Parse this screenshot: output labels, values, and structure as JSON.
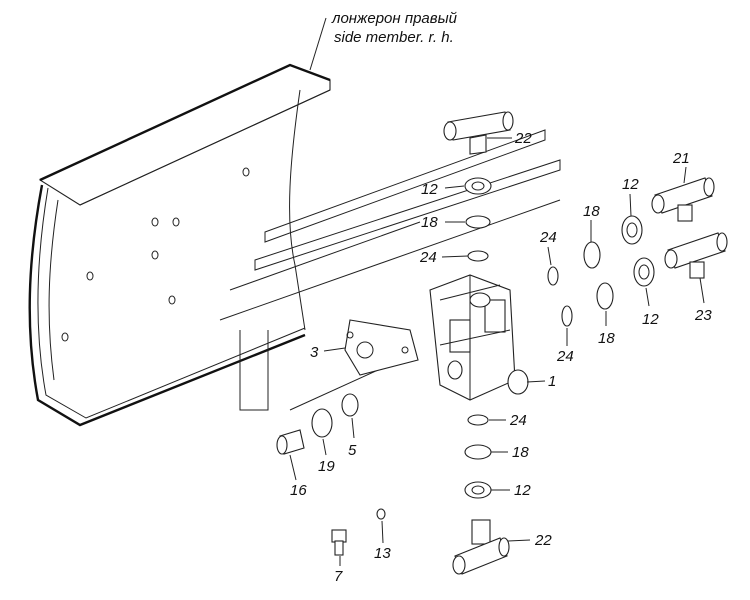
{
  "caption": {
    "line1": "лонжерон правый",
    "line2": "side member. r. h."
  },
  "callouts": {
    "c22_top": "22",
    "c12_a": "12",
    "c18_a": "18",
    "c24_a": "24",
    "c24_b": "24",
    "c18_b": "18",
    "c12_b": "12",
    "c21": "21",
    "c12_c": "12",
    "c18_c": "18",
    "c23": "23",
    "c3": "3",
    "c1": "1",
    "c24_c": "24",
    "c24_d": "24",
    "c18_d": "18",
    "c12_d": "12",
    "c5": "5",
    "c19": "19",
    "c16": "16",
    "c22_bottom": "22",
    "c13": "13",
    "c7": "7"
  }
}
